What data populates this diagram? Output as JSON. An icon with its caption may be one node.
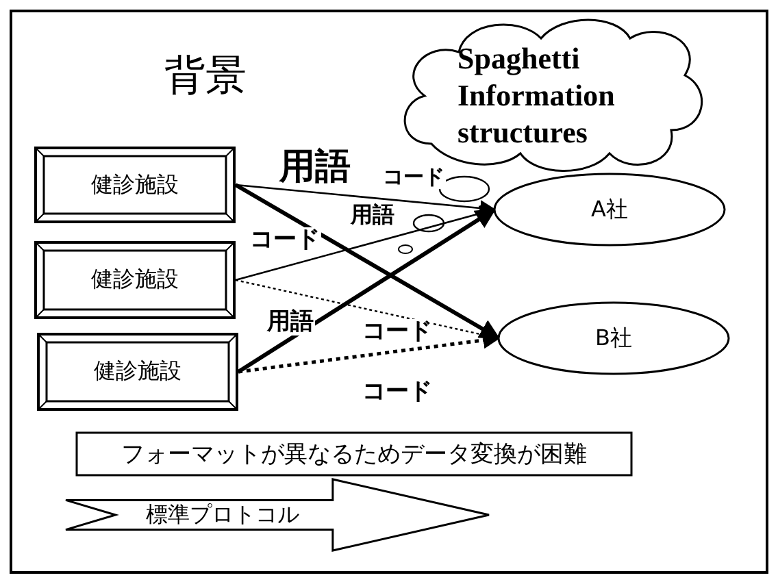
{
  "diagram": {
    "title": "背景",
    "nodes": [
      {
        "text": [
          "Spaghetti Information structures"
        ]
      },
      {
        "text": [
          "健診施設"
        ]
      },
      {
        "text": [
          "健診施設"
        ]
      },
      {
        "text": [
          "健診施設"
        ]
      },
      {
        "text": [
          "A社"
        ]
      },
      {
        "text": [
          "B社"
        ]
      },
      {
        "text": [
          "フォーマットが異なるためデータ変換が困難"
        ]
      },
      {
        "text": [
          "標準プロトコル"
        ]
      }
    ],
    "edges": [
      {
        "from": 1,
        "to": 4,
        "arrow": "to"
      },
      {
        "from": 1,
        "to": 5,
        "arrow": "to",
        "style": "thick"
      },
      {
        "from": 2,
        "to": 4,
        "arrow": "to"
      },
      {
        "from": 2,
        "to": 5,
        "arrow": "to",
        "style": "dashed"
      },
      {
        "from": 3,
        "to": 4,
        "arrow": "to",
        "style": "thick"
      },
      {
        "from": 3,
        "to": 5,
        "arrow": "to",
        "style": "dashed"
      }
    ],
    "labels": [
      "用語",
      "コード",
      "用語",
      "コード",
      "用語",
      "コード",
      "コード"
    ]
  }
}
